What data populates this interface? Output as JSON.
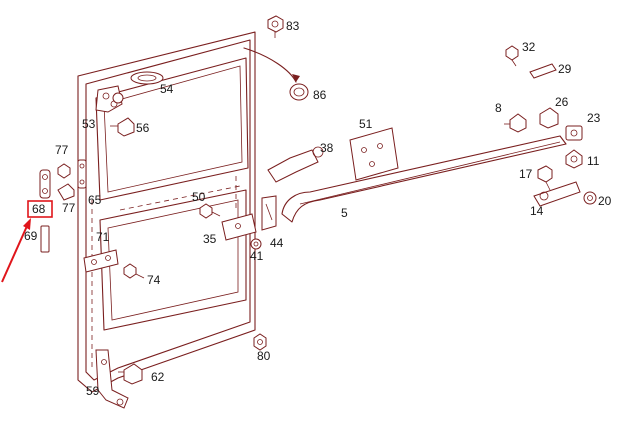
{
  "callouts": {
    "c83": "83",
    "c54": "54",
    "c86": "86",
    "c53": "53",
    "c56": "56",
    "c32": "32",
    "c29": "29",
    "c8": "8",
    "c26": "26",
    "c23": "23",
    "c51": "51",
    "c38": "38",
    "c11": "11",
    "c77a": "77",
    "c77b": "77",
    "c65": "65",
    "c68": "68",
    "c69": "69",
    "c50": "50",
    "c35": "35",
    "c44": "44",
    "c41": "41",
    "c5": "5",
    "c17": "17",
    "c14": "14",
    "c20": "20",
    "c71": "71",
    "c74": "74",
    "c80": "80",
    "c59": "59",
    "c62": "62"
  },
  "highlight": {
    "target_callout": "68",
    "color": "#e0151b"
  },
  "colors": {
    "line_art": "#7a1f1f",
    "text": "#1a1a1a",
    "background": "#ffffff"
  }
}
